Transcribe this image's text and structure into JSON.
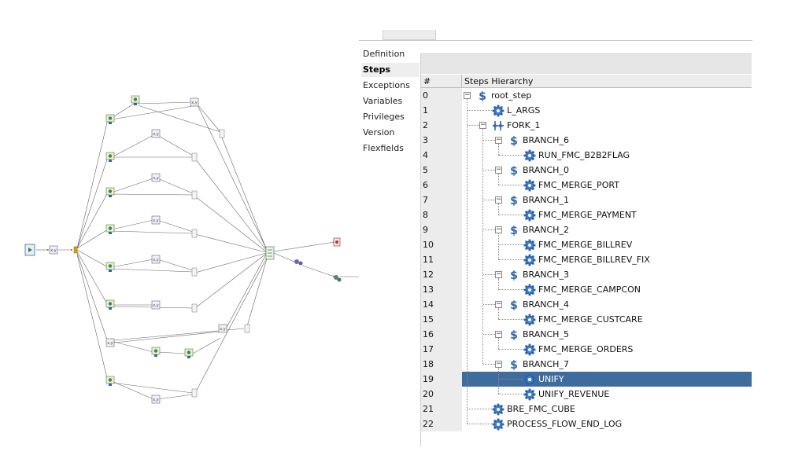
{
  "nav": {
    "items": [
      {
        "label": "Definition",
        "active": false
      },
      {
        "label": "Steps",
        "active": true
      },
      {
        "label": "Exceptions",
        "active": false
      },
      {
        "label": "Variables",
        "active": false
      },
      {
        "label": "Privileges",
        "active": false
      },
      {
        "label": "Version",
        "active": false
      },
      {
        "label": "Flexfields",
        "active": false
      }
    ]
  },
  "table": {
    "col_num": "#",
    "col_tree": "Steps Hierarchy",
    "rows": [
      {
        "num": "0",
        "name": "root_step",
        "level": 0,
        "icon": "dollar-icon",
        "expander": "minus",
        "selected": false
      },
      {
        "num": "1",
        "name": "L_ARGS",
        "level": 1,
        "icon": "gear-icon",
        "expander": "none",
        "selected": false
      },
      {
        "num": "2",
        "name": "FORK_1",
        "level": 1,
        "icon": "fork-icon",
        "expander": "minus",
        "selected": false
      },
      {
        "num": "3",
        "name": "BRANCH_6",
        "level": 2,
        "icon": "dollar-icon",
        "expander": "minus",
        "selected": false
      },
      {
        "num": "4",
        "name": "RUN_FMC_B2B2FLAG",
        "level": 3,
        "icon": "gear-icon",
        "expander": "none",
        "selected": false
      },
      {
        "num": "5",
        "name": "BRANCH_0",
        "level": 2,
        "icon": "dollar-icon",
        "expander": "minus",
        "selected": false
      },
      {
        "num": "6",
        "name": "FMC_MERGE_PORT",
        "level": 3,
        "icon": "gear-icon",
        "expander": "none",
        "selected": false
      },
      {
        "num": "7",
        "name": "BRANCH_1",
        "level": 2,
        "icon": "dollar-icon",
        "expander": "minus",
        "selected": false
      },
      {
        "num": "8",
        "name": "FMC_MERGE_PAYMENT",
        "level": 3,
        "icon": "gear-icon",
        "expander": "none",
        "selected": false
      },
      {
        "num": "9",
        "name": "BRANCH_2",
        "level": 2,
        "icon": "dollar-icon",
        "expander": "minus",
        "selected": false
      },
      {
        "num": "10",
        "name": "FMC_MERGE_BILLREV",
        "level": 3,
        "icon": "gear-icon",
        "expander": "none",
        "selected": false
      },
      {
        "num": "11",
        "name": "FMC_MERGE_BILLREV_FIX",
        "level": 3,
        "icon": "gear-icon",
        "expander": "none",
        "selected": false
      },
      {
        "num": "12",
        "name": "BRANCH_3",
        "level": 2,
        "icon": "dollar-icon",
        "expander": "minus",
        "selected": false
      },
      {
        "num": "13",
        "name": "FMC_MERGE_CAMPCON",
        "level": 3,
        "icon": "gear-icon",
        "expander": "none",
        "selected": false
      },
      {
        "num": "14",
        "name": "BRANCH_4",
        "level": 2,
        "icon": "dollar-icon",
        "expander": "minus",
        "selected": false
      },
      {
        "num": "15",
        "name": "FMC_MERGE_CUSTCARE",
        "level": 3,
        "icon": "gear-icon",
        "expander": "none",
        "selected": false
      },
      {
        "num": "16",
        "name": "BRANCH_5",
        "level": 2,
        "icon": "dollar-icon",
        "expander": "minus",
        "selected": false
      },
      {
        "num": "17",
        "name": "FMC_MERGE_ORDERS",
        "level": 3,
        "icon": "gear-icon",
        "expander": "none",
        "selected": false
      },
      {
        "num": "18",
        "name": "BRANCH_7",
        "level": 2,
        "icon": "dollar-icon",
        "expander": "minus",
        "selected": false
      },
      {
        "num": "19",
        "name": "UNIFY",
        "level": 3,
        "icon": "gear-icon",
        "expander": "none",
        "selected": true
      },
      {
        "num": "20",
        "name": "UNIFY_REVENUE",
        "level": 3,
        "icon": "gear-icon",
        "expander": "none",
        "selected": false
      },
      {
        "num": "21",
        "name": "BRE_FMC_CUBE",
        "level": 1,
        "icon": "gear-icon",
        "expander": "none",
        "selected": false
      },
      {
        "num": "22",
        "name": "PROCESS_FLOW_END_LOG",
        "level": 1,
        "icon": "gear-icon",
        "expander": "none",
        "selected": false
      }
    ]
  },
  "colors": {
    "selection": "#3f6c9f",
    "header_bg": "#ececec",
    "icon_blue": "#2f64b5"
  }
}
